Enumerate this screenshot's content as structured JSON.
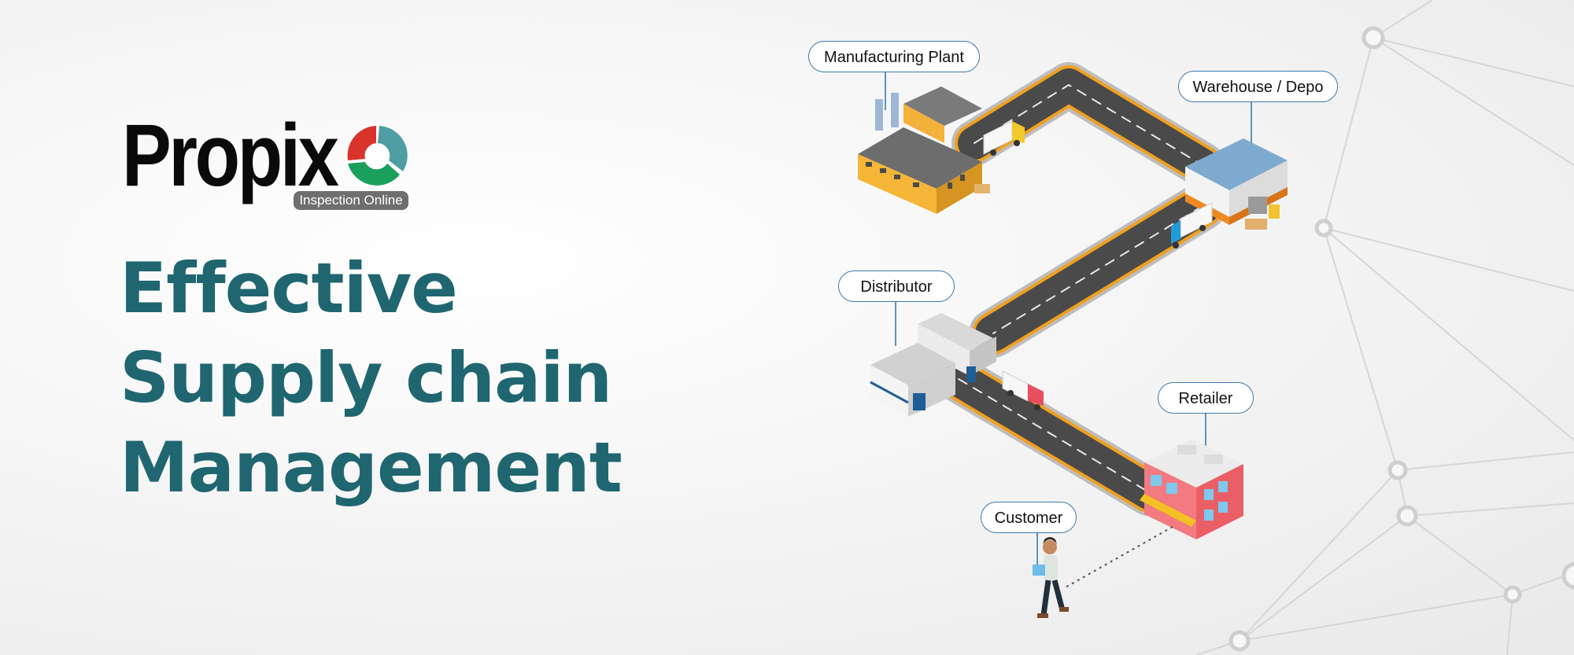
{
  "brand": {
    "name": "Propix",
    "tagline": "Inspection Online",
    "colors": {
      "wordmark": "#0a0a0a",
      "red": "#d8342c",
      "teal": "#4f9ea3",
      "green": "#1aa05a",
      "tag": "#6f6f6f"
    }
  },
  "headline": {
    "lines": [
      "Effective",
      "Supply chain",
      "Management"
    ],
    "color": "#1f6670"
  },
  "nodes": {
    "manufacturing": "Manufacturing Plant",
    "warehouse": "Warehouse / Depo",
    "distributor": "Distributor",
    "retailer": "Retailer",
    "customer": "Customer"
  },
  "icons": [
    "factory-icon",
    "warehouse-icon",
    "distributor-building-icon",
    "retail-store-icon",
    "truck-icon",
    "customer-person-icon",
    "network-graph"
  ],
  "palette": {
    "road": "#4a4a4a",
    "road_edge": "#f0a020",
    "callout_border": "#3a7ab0"
  }
}
